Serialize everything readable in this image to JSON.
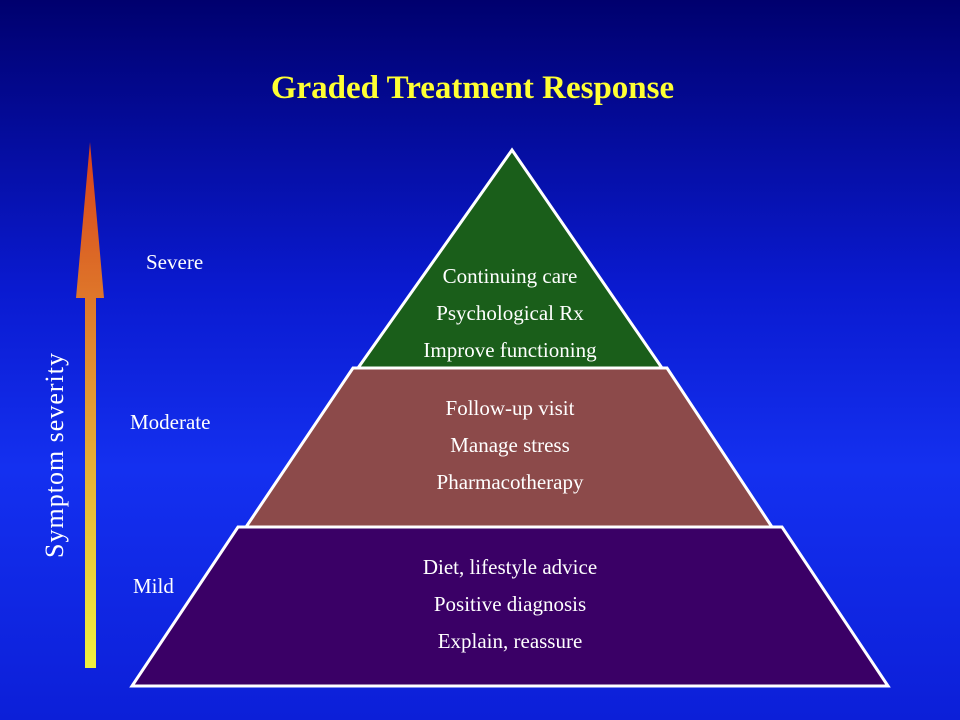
{
  "title": "Graded Treatment Response",
  "axis_label": "Symptom severity",
  "levels": {
    "severe": "Severe",
    "moderate": "Moderate",
    "mild": "Mild"
  },
  "tiers": {
    "top": {
      "color": "#1a5e1a",
      "lines": [
        "Continuing care",
        "Psychological Rx",
        "Improve functioning"
      ]
    },
    "middle": {
      "color": "#8c4a4a",
      "lines": [
        "Follow-up visit",
        "Manage stress",
        "Pharmacotherapy"
      ]
    },
    "bottom": {
      "color": "#3a0066",
      "lines": [
        "Diet, lifestyle advice",
        "Positive diagnosis",
        "Explain, reassure"
      ]
    }
  },
  "colors": {
    "title": "#ffff33",
    "arrow_top": "#d8401a",
    "arrow_bottom": "#f0f040"
  }
}
